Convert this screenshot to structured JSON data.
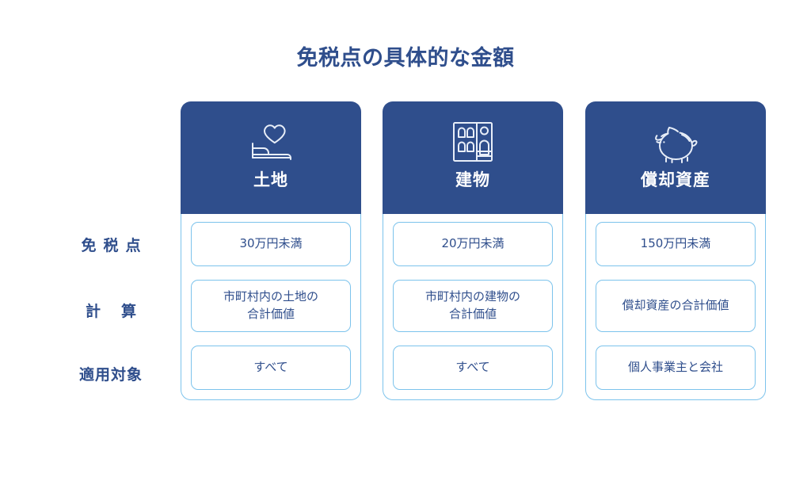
{
  "title": "免税点の具体的な金額",
  "theme": {
    "navy": "#2F4E8C",
    "border_blue": "#7CC3EC",
    "background": "#FFFFFF"
  },
  "row_labels": [
    {
      "text": "免税点",
      "spacing": "wide"
    },
    {
      "text": "計算",
      "spacing": "xwide"
    },
    {
      "text": "適用対象",
      "spacing": "none"
    }
  ],
  "columns": [
    {
      "title": "土地",
      "icon": "bed-heart-icon",
      "cells": [
        {
          "lines": [
            "30万円未満"
          ]
        },
        {
          "lines": [
            "市町村内の土地の",
            "合計価値"
          ]
        },
        {
          "lines": [
            "すべて"
          ]
        }
      ]
    },
    {
      "title": "建物",
      "icon": "building-icon",
      "cells": [
        {
          "lines": [
            "20万円未満"
          ]
        },
        {
          "lines": [
            "市町村内の建物の",
            "合計価値"
          ]
        },
        {
          "lines": [
            "すべて"
          ]
        }
      ]
    },
    {
      "title": "償却資産",
      "icon": "piggy-bank-icon",
      "cells": [
        {
          "lines": [
            "150万円未満"
          ]
        },
        {
          "lines": [
            "償却資産の合計価値"
          ]
        },
        {
          "lines": [
            "個人事業主と会社"
          ]
        }
      ]
    }
  ]
}
